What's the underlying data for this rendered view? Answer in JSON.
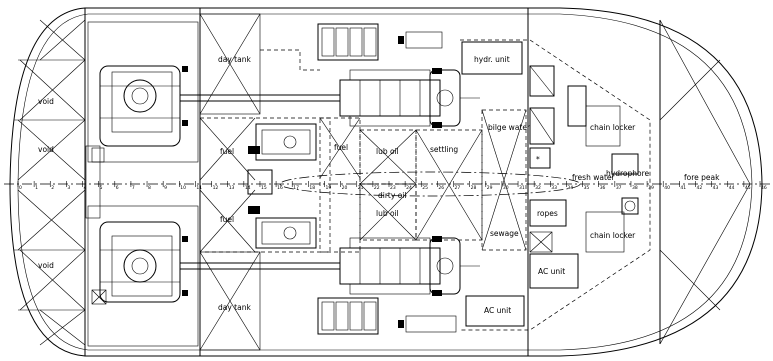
{
  "labels": {
    "void_top": "void",
    "void_mid": "void",
    "void_bottom": "void",
    "day_tank_top": "day tank",
    "day_tank_bottom": "day tank",
    "fuel_top": "fuel",
    "fuel_bottom": "fuel",
    "fuel_center": "fuel",
    "lub_oil_top": "lub oil",
    "lub_oil_bottom": "lub oil",
    "dirty_oil": "dirty oil",
    "settling": "settling",
    "bilge_water": "bilge water",
    "sewage": "sewage",
    "hydr_unit": "hydr. unit",
    "ac_unit_bottom": "AC unit",
    "ac_unit_right": "AC unit",
    "ropes": "ropes",
    "fresh_water": "fresh water",
    "chain_locker_top": "chain locker",
    "chain_locker_bottom": "chain locker",
    "hydrophore": "hydrophore",
    "fore_peak": "fore peak"
  },
  "frame_numbers": [
    "0",
    "1",
    "2",
    "3",
    "4",
    "5",
    "6",
    "7",
    "8",
    "9",
    "10",
    "11",
    "12",
    "13",
    "14",
    "15",
    "16",
    "17",
    "18",
    "19",
    "20",
    "21",
    "22",
    "23",
    "24",
    "25",
    "26",
    "27",
    "28",
    "29",
    "30",
    "31",
    "32",
    "33",
    "34",
    "35",
    "36",
    "37",
    "38",
    "39",
    "40",
    "41",
    "42",
    "43",
    "44",
    "45",
    "46"
  ]
}
